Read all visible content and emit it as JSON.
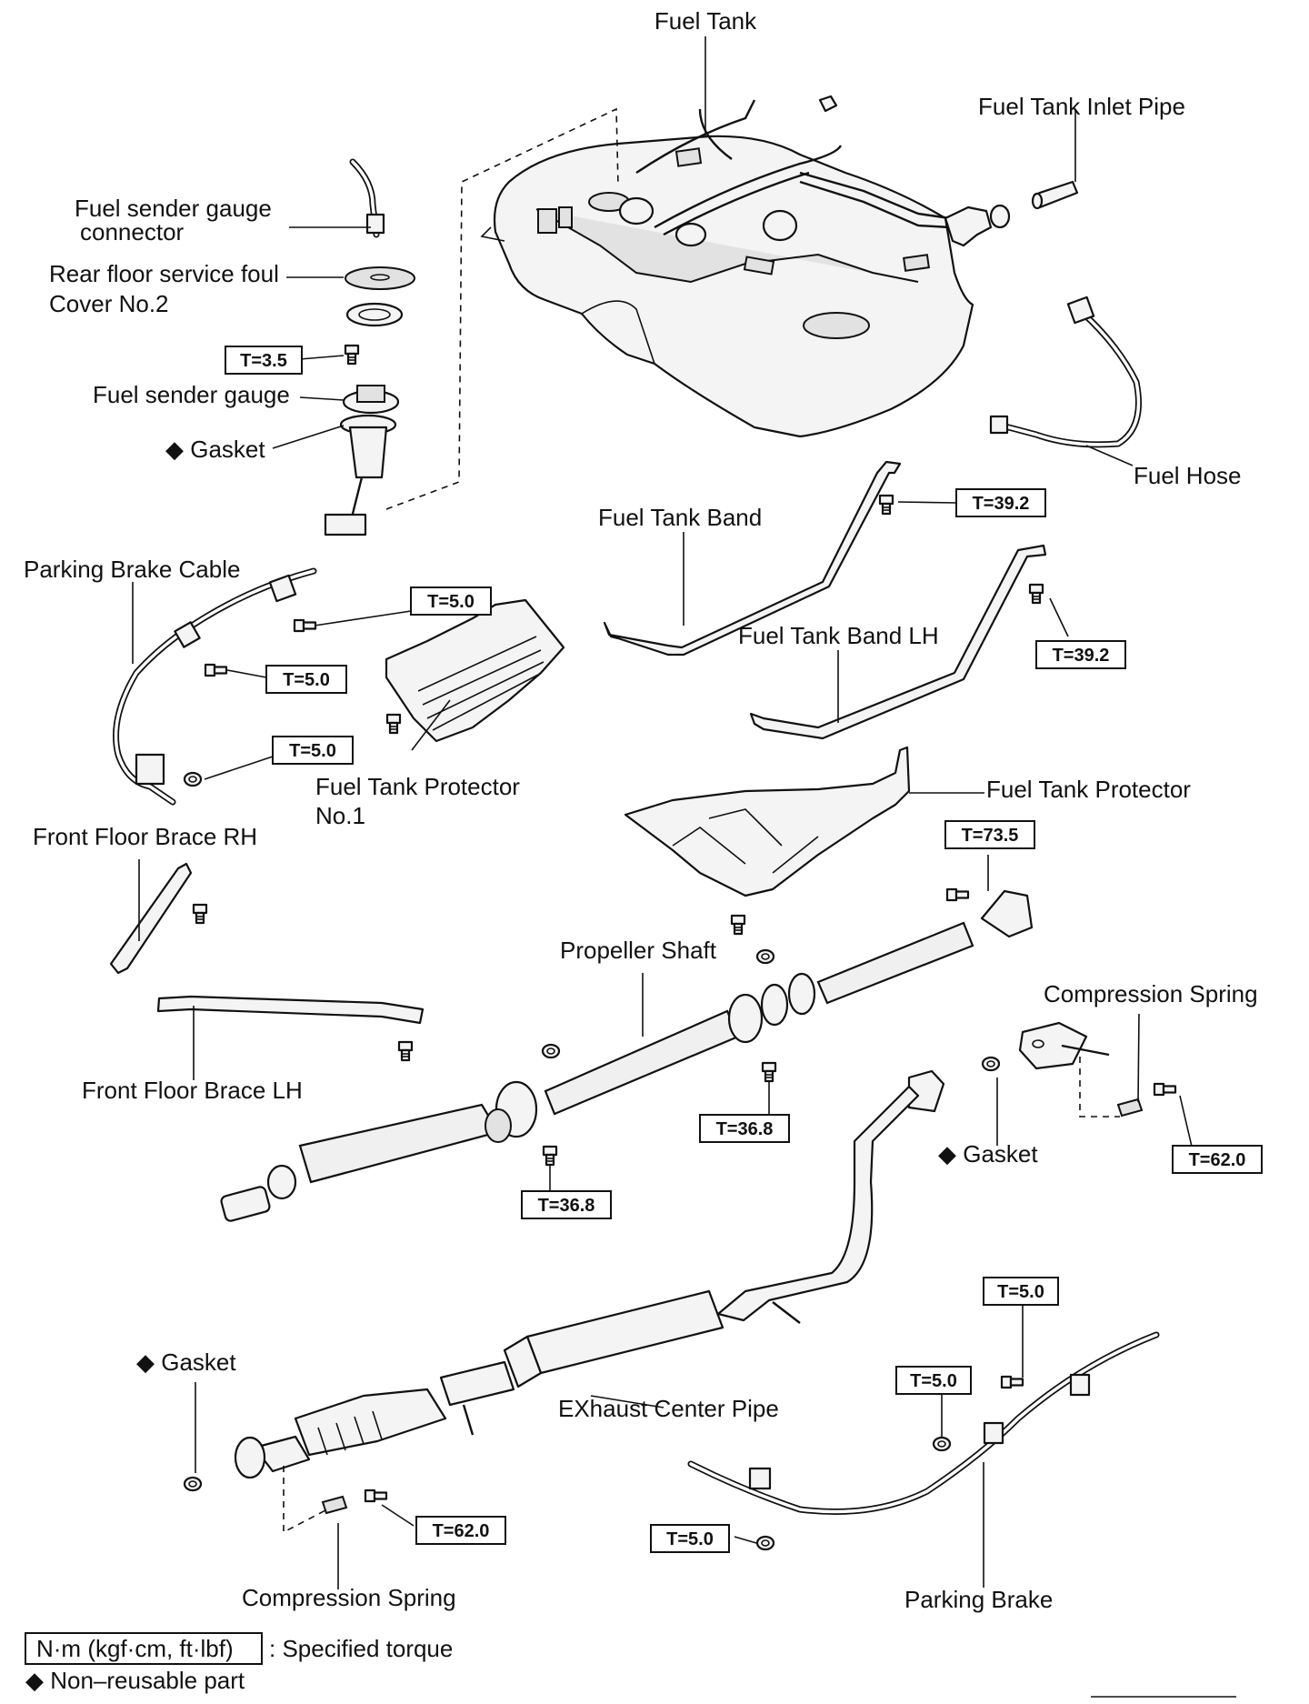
{
  "labels": {
    "fuel_tank": "Fuel Tank",
    "fuel_tank_inlet_pipe": "Fuel Tank Inlet Pipe",
    "fuel_sender_gauge_connector_l1": "Fuel sender gauge",
    "fuel_sender_gauge_connector_l2": "connector",
    "rear_floor_service_l1": "Rear floor service foul",
    "rear_floor_service_l2": "Cover No.2",
    "fuel_sender_gauge": "Fuel sender gauge",
    "gasket_top": "◆ Gasket",
    "fuel_hose": "Fuel Hose",
    "fuel_tank_band": "Fuel Tank Band",
    "fuel_tank_band_lh": "Fuel Tank Band LH",
    "parking_brake_cable": "Parking Brake Cable",
    "fuel_tank_protector_no1_l1": "Fuel  Tank  Protector",
    "fuel_tank_protector_no1_l2": "No.1",
    "fuel_tank_protector": "Fuel Tank Protector",
    "front_floor_brace_rh": "Front Floor Brace RH",
    "front_floor_brace_lh": "Front Floor Brace LH",
    "propeller_shaft": "Propeller Shaft",
    "compression_spring_top": "Compression Spring",
    "gasket_mid": "◆ Gasket",
    "gasket_bottom": "◆ Gasket",
    "exhaust_center_pipe": "EXhaust Center Pipe",
    "compression_spring_bottom": "Compression Spring",
    "parking_brake": "Parking Brake"
  },
  "torques": {
    "t_sender": "T=3.5",
    "t_band_upper": "T=39.2",
    "t_band_lower": "T=39.2",
    "t_cable_1": "T=5.0",
    "t_cable_2": "T=5.0",
    "t_cable_3": "T=5.0",
    "t_shaft_flange": "T=73.5",
    "t_shaft_center": "T=36.8",
    "t_shaft_front": "T=36.8",
    "t_spring_top": "T=62.0",
    "t_brake_1": "T=5.0",
    "t_brake_2": "T=5.0",
    "t_brake_3": "T=5.0",
    "t_spring_bottom": "T=62.0"
  },
  "legend": {
    "torque_box": "N·m (kgf·cm, ft·lbf)",
    "torque_desc": ": Specified torque",
    "nonreusable": "◆ Non–reusable part"
  },
  "icons": {
    "diamond": "diamond-icon",
    "bolt": "bolt-icon"
  }
}
